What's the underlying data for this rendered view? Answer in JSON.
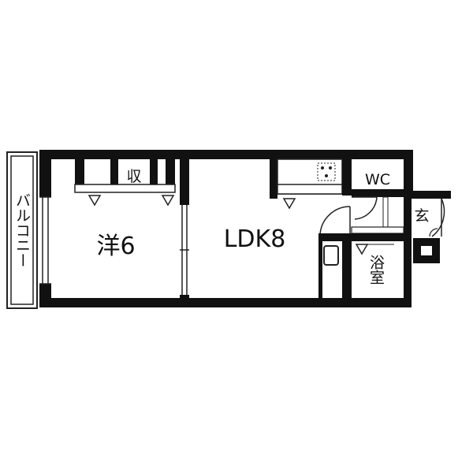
{
  "rooms": {
    "balcony": "バルコニー",
    "western_room": "洋6",
    "storage": "収",
    "ldk": "LDK8",
    "wc": "WC",
    "bath": "浴室",
    "entrance": "玄"
  },
  "colors": {
    "wall": "#111111",
    "background": "#ffffff",
    "line": "#222222"
  },
  "icons": {
    "cooktop": "stove-icon",
    "fridge": "refrigerator-icon",
    "door_swing": "door-swing-icon",
    "closet_marker": "triangle-marker-icon"
  }
}
